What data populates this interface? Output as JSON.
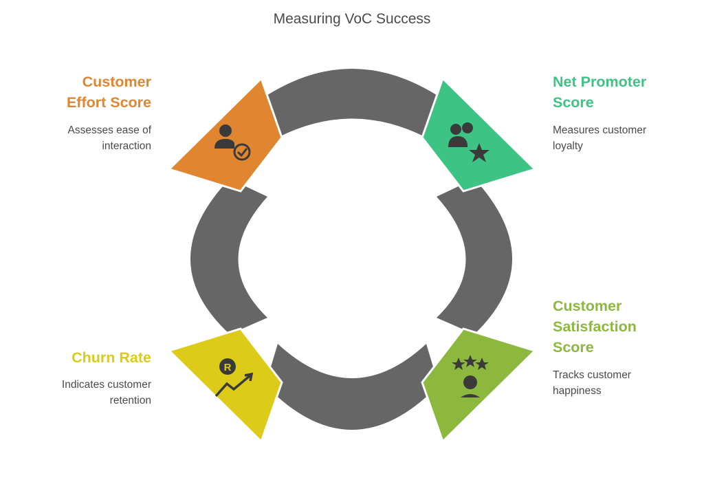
{
  "title": "Measuring VoC Success",
  "colors": {
    "ring": "#666666",
    "effort": "#E08631",
    "nps": "#3DC384",
    "csat": "#8DB83E",
    "churn": "#DDCB19",
    "icon": "#3a3a3a"
  },
  "segments": {
    "effort": {
      "label_line1": "Customer",
      "label_line2": "Effort Score",
      "desc_line1": "Assesses ease of",
      "desc_line2": "interaction",
      "icon": "user-check-icon"
    },
    "nps": {
      "label_line1": "Net Promoter",
      "label_line2": "Score",
      "desc_line1": "Measures customer",
      "desc_line2": "loyalty",
      "icon": "users-star-icon"
    },
    "csat": {
      "label_line1": "Customer",
      "label_line2": "Satisfaction",
      "label_line3": "Score",
      "desc_line1": "Tracks customer",
      "desc_line2": "happiness",
      "icon": "person-stars-icon"
    },
    "churn": {
      "label_line1": "Churn Rate",
      "desc_line1": "Indicates customer",
      "desc_line2": "retention",
      "icon": "revenue-trend-icon"
    }
  }
}
